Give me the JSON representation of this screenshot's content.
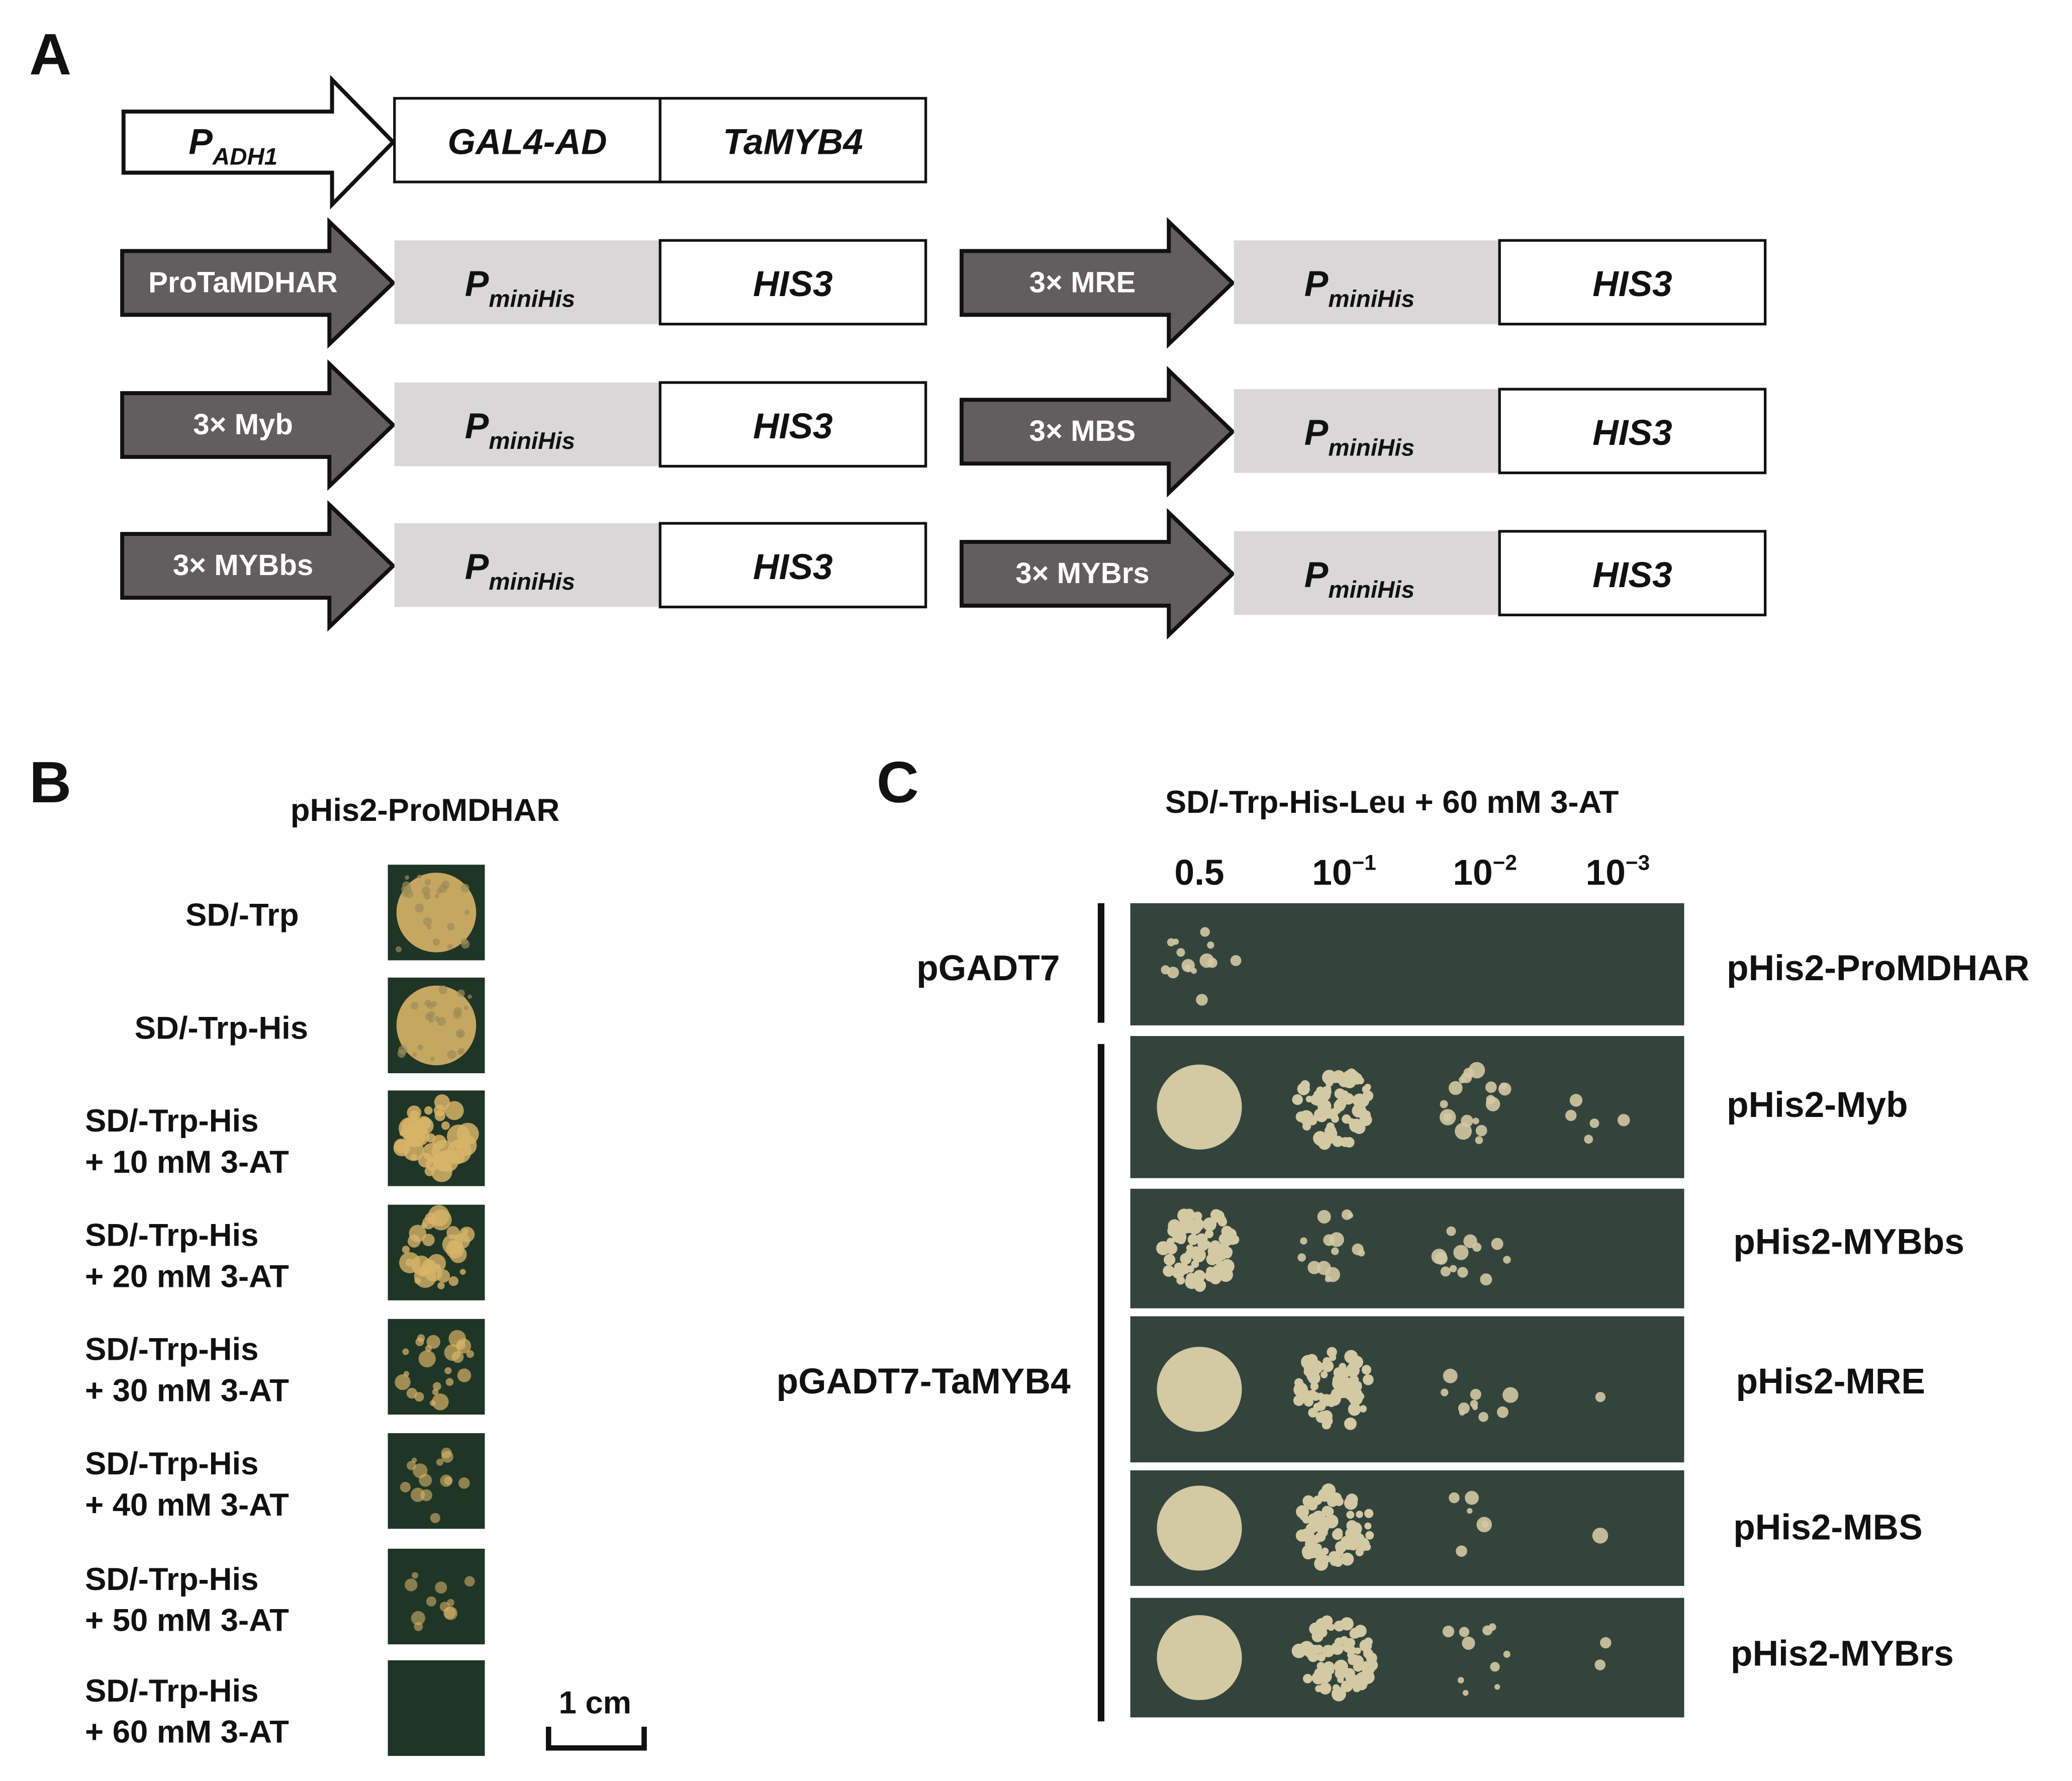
{
  "panels": {
    "a": "A",
    "b": "B",
    "c": "C"
  },
  "panel_a": {
    "effector": {
      "promoter_main": "P",
      "promoter_sub": "ADH1",
      "box1": "GAL4-AD",
      "box2": "TaMYB4"
    },
    "minimal_promoter": {
      "main": "P",
      "sub": "miniHis"
    },
    "reporter": "HIS3",
    "elements": [
      "ProTaMDHAR",
      "3× MRE",
      "3× Myb",
      "3× MBS",
      "3× MYBbs",
      "3× MYBrs"
    ]
  },
  "panel_b": {
    "title": "pHis2-ProMDHAR",
    "conditions": [
      {
        "line1": "SD/-Trp",
        "line2": ""
      },
      {
        "line1": "SD/-Trp-His",
        "line2": ""
      },
      {
        "line1": "SD/-Trp-His",
        "line2": "+ 10 mM 3-AT"
      },
      {
        "line1": "SD/-Trp-His",
        "line2": "+ 20 mM 3-AT"
      },
      {
        "line1": "SD/-Trp-His",
        "line2": "+ 30 mM 3-AT"
      },
      {
        "line1": "SD/-Trp-His",
        "line2": "+ 40 mM 3-AT"
      },
      {
        "line1": "SD/-Trp-His",
        "line2": "+ 50 mM 3-AT"
      },
      {
        "line1": "SD/-Trp-His",
        "line2": "+ 60 mM 3-AT"
      }
    ],
    "scale_bar": "1 cm",
    "colors": {
      "plate": "#1f3526",
      "colony": "#d8b468"
    }
  },
  "panel_c": {
    "title": "SD/-Trp-His-Leu + 60 mM 3-AT",
    "dilutions": [
      {
        "base": "0.5",
        "exp": ""
      },
      {
        "base": "10",
        "exp": "−1"
      },
      {
        "base": "10",
        "exp": "−2"
      },
      {
        "base": "10",
        "exp": "−3"
      }
    ],
    "effectors": [
      "pGADT7",
      "pGADT7-TaMYB4"
    ],
    "reporters": [
      "pHis2-ProMDHAR",
      "pHis2-Myb",
      "pHis2-MYBbs",
      "pHis2-MRE",
      "pHis2-MBS",
      "pHis2-MYBrs"
    ],
    "colors": {
      "plate": "#33443c",
      "colony": "#d3c9a2"
    }
  }
}
